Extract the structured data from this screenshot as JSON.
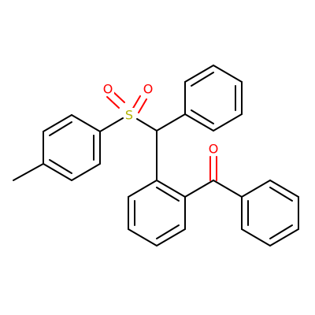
{
  "structure": {
    "atom_labels": {
      "sulfur": "S",
      "oxygen_1": "O",
      "oxygen_2": "O",
      "oxygen_3": "O"
    },
    "colors": {
      "bond": "#000000",
      "sulfur": "#b2b200",
      "oxygen": "#ff0000",
      "background": "#ffffff"
    }
  }
}
